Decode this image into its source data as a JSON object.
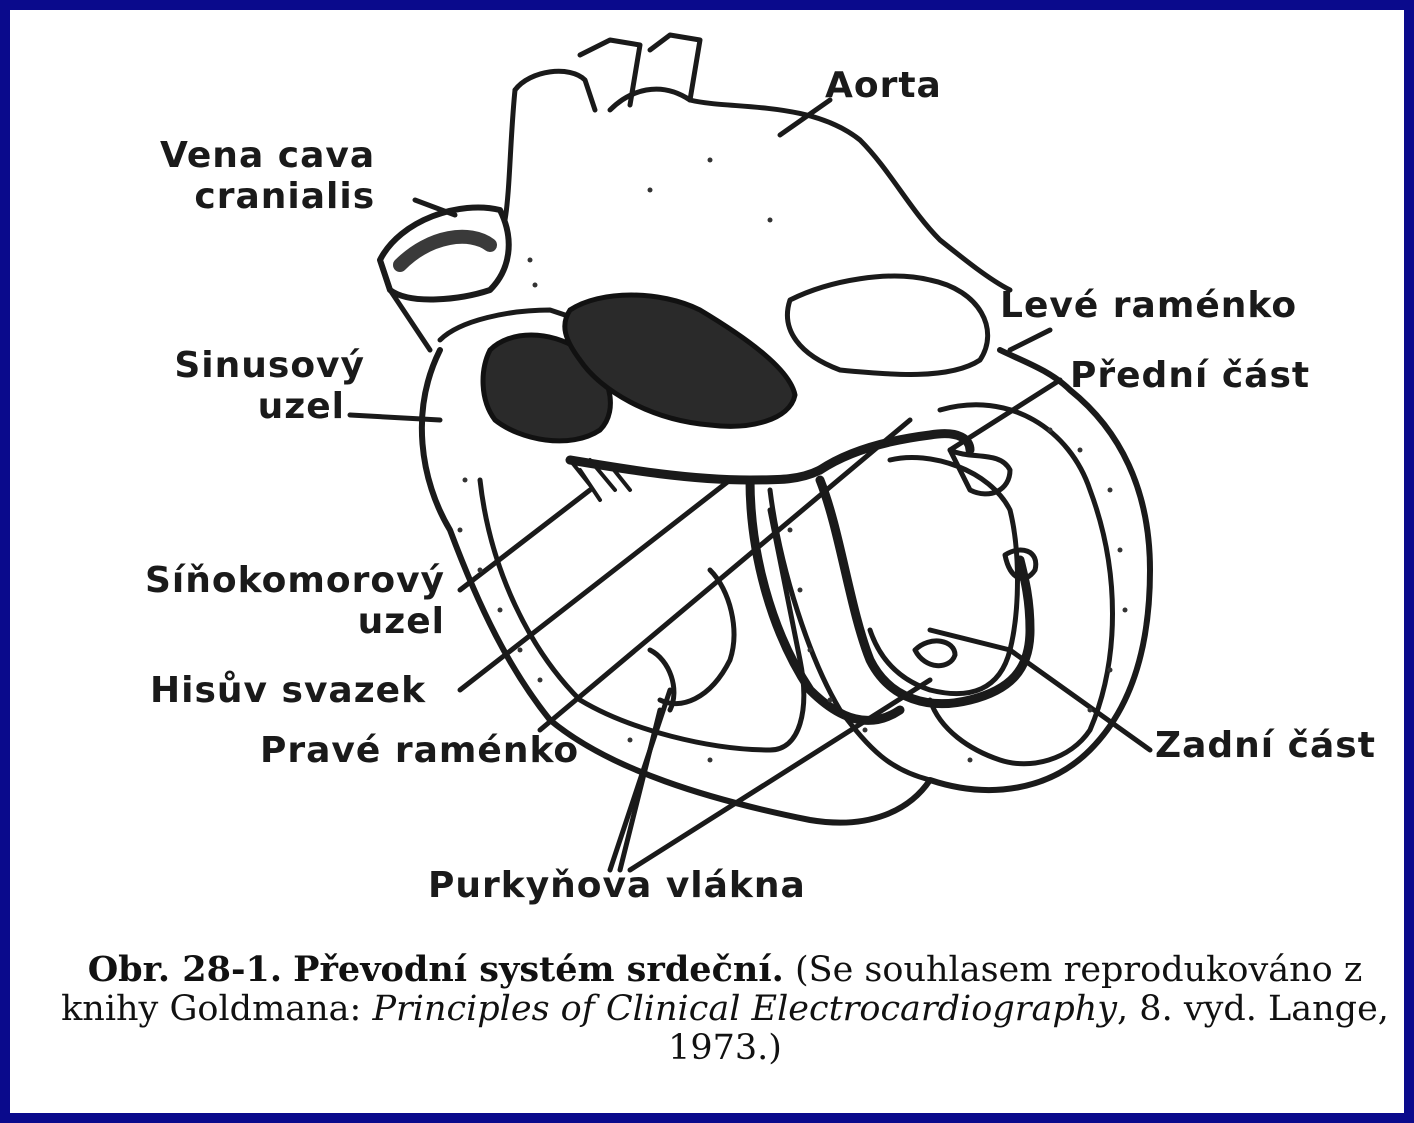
{
  "labels": {
    "aorta": "Aorta",
    "vena_cava_1": "Vena cava",
    "vena_cava_2": "cranialis",
    "sinus_1": "Sinusový",
    "sinus_2": "uzel",
    "av_1": "Síňokomorový",
    "av_2": "uzel",
    "his": "Hisův svazek",
    "right_branch": "Pravé raménko",
    "left_branch": "Levé raménko",
    "anterior": "Přední část",
    "posterior": "Zadní část",
    "purkinje": "Purkyňova vlákna"
  },
  "caption": {
    "fig_number": "Obr. 28-1.",
    "fig_title": "Převodní systém srdeční.",
    "text_1": "(Se souhlasem reprodukováno z knihy Goldmana: ",
    "book_title": "Principles of Clinical Electrocardiography",
    "text_2": ", 8. vyd. Lange, 1973.)"
  },
  "colors": {
    "border": "#0a0a8c",
    "ink": "#1a1a1a",
    "background": "#ffffff"
  }
}
